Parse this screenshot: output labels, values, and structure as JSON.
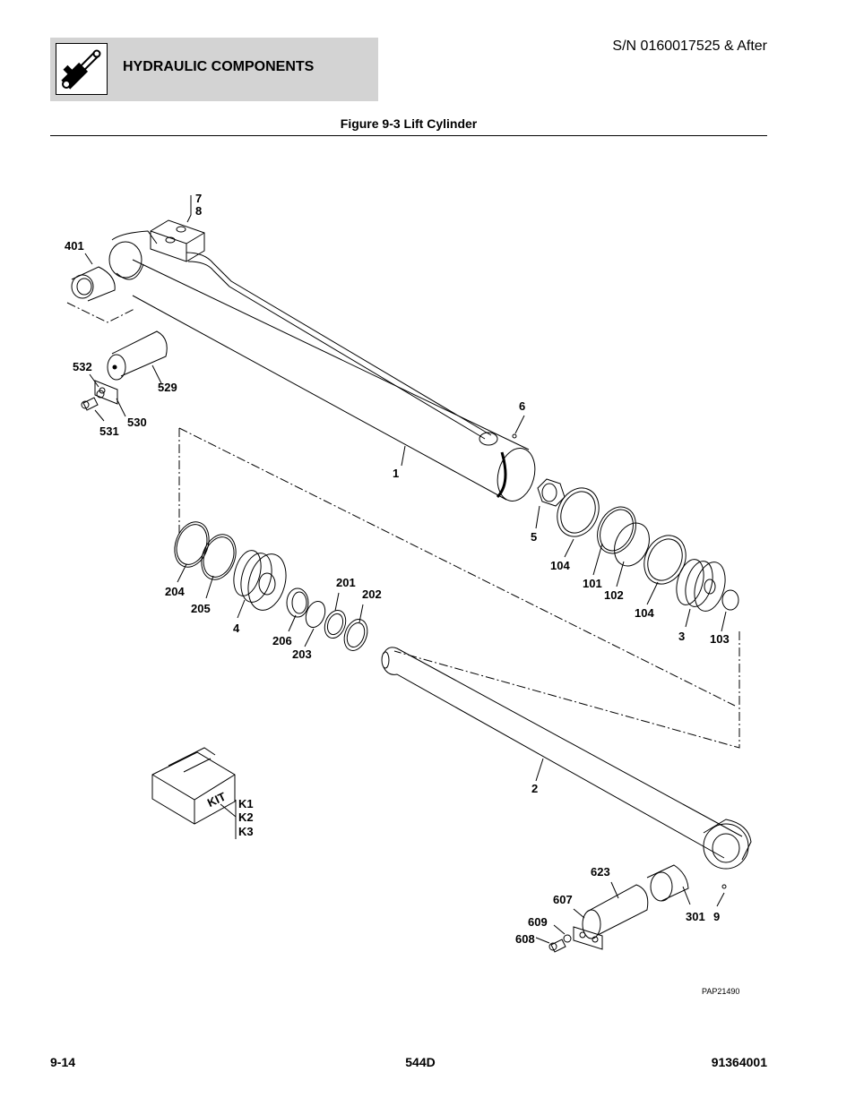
{
  "header": {
    "section_title": "HYDRAULIC COMPONENTS",
    "serial": "S/N 0160017525 & After",
    "icon": "hydraulic-cylinder-icon"
  },
  "figure": {
    "title": "Figure 9-3 Lift Cylinder",
    "ref_code": "PAP21490",
    "kit_text": "KIT",
    "callouts": {
      "c7": "7",
      "c8": "8",
      "c401": "401",
      "c532": "532",
      "c529": "529",
      "c530": "530",
      "c531": "531",
      "c6": "6",
      "c1": "1",
      "c5": "5",
      "c104a": "104",
      "c101": "101",
      "c102": "102",
      "c104b": "104",
      "c3": "3",
      "c103": "103",
      "c204": "204",
      "c205": "205",
      "c4": "4",
      "c206": "206",
      "c203": "203",
      "c201": "201",
      "c202": "202",
      "c2": "2",
      "ck1": "K1",
      "ck2": "K2",
      "ck3": "K3",
      "c623": "623",
      "c607": "607",
      "c609": "609",
      "c608": "608",
      "c301": "301",
      "c9": "9"
    }
  },
  "footer": {
    "page": "9-14",
    "model": "544D",
    "doc_number": "91364001"
  }
}
